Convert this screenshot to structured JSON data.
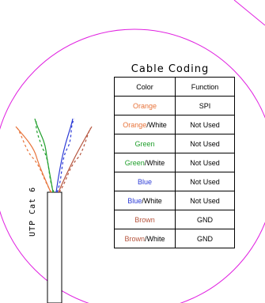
{
  "title": "Cable Coding",
  "cable_label": "UTP Cat 6",
  "table": {
    "headers": [
      "Color",
      "Function"
    ],
    "rows": [
      {
        "color": "Orange",
        "suffix": "",
        "function": "SPI",
        "hex": "#e8743b"
      },
      {
        "color": "Orange",
        "suffix": "/White",
        "function": "Not Used",
        "hex": "#e8743b"
      },
      {
        "color": "Green",
        "suffix": "",
        "function": "Not Used",
        "hex": "#1e9e2a"
      },
      {
        "color": "Green",
        "suffix": "/White",
        "function": "Not Used",
        "hex": "#1e9e2a"
      },
      {
        "color": "Blue",
        "suffix": "",
        "function": "Not Used",
        "hex": "#2b3ad6"
      },
      {
        "color": "Blue",
        "suffix": "/White",
        "function": "Not Used",
        "hex": "#2b3ad6"
      },
      {
        "color": "Brown",
        "suffix": "",
        "function": "GND",
        "hex": "#b5533c"
      },
      {
        "color": "Brown",
        "suffix": "/White",
        "function": "GND",
        "hex": "#b5533c"
      }
    ]
  },
  "colors": {
    "circle": "#e020e0",
    "wire_orange": "#e8743b",
    "wire_green": "#1e9e2a",
    "wire_blue": "#2b3ad6",
    "wire_brown": "#b5533c"
  }
}
